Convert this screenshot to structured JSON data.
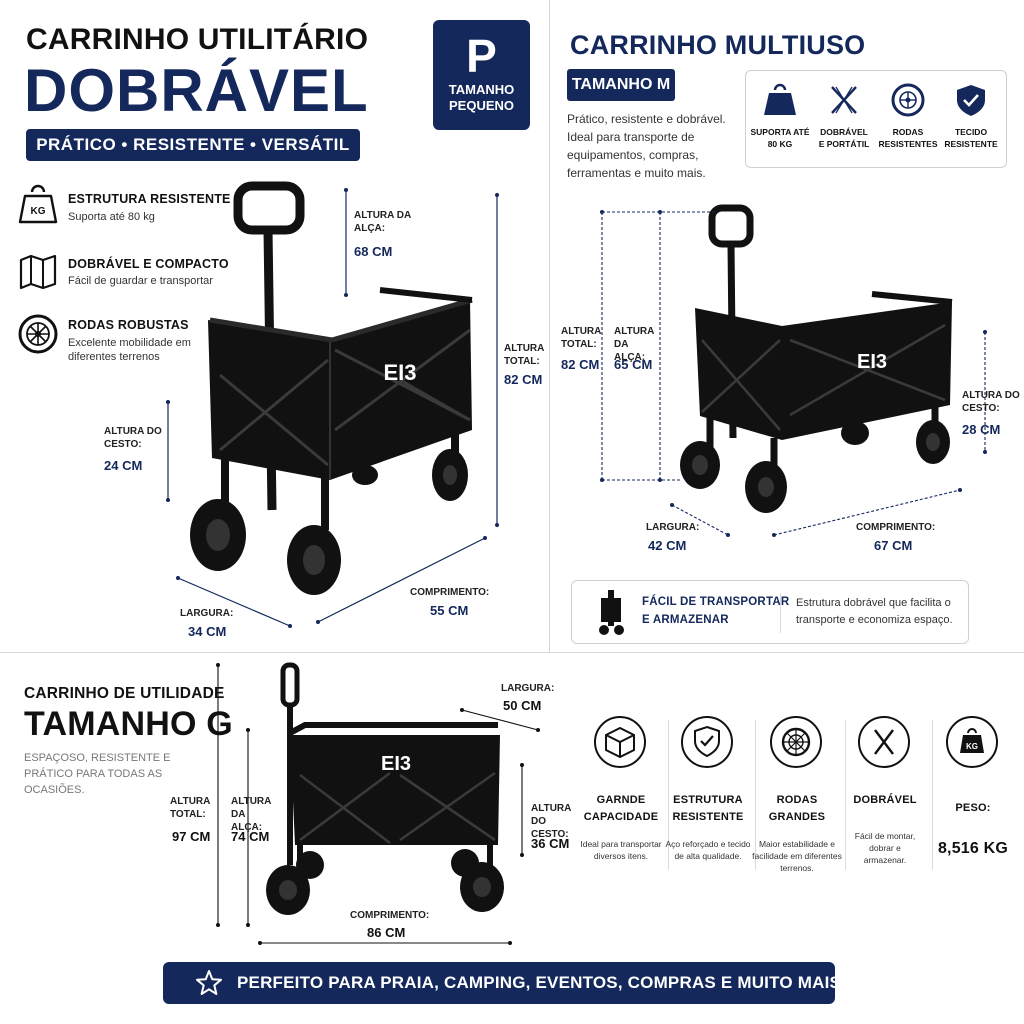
{
  "left": {
    "title_line1": "CARRINHO UTILITÁRIO",
    "title_line2": "DOBRÁVEL",
    "tagline": "PRÁTICO • RESISTENTE • VERSÁTIL",
    "features": [
      {
        "icon": "weight-kg-icon",
        "icon_text": "KG",
        "title": "ESTRUTURA RESISTENTE",
        "desc": "Suporta até 80 kg"
      },
      {
        "icon": "folded-map-icon",
        "title": "DOBRÁVEL E COMPACTO",
        "desc": "Fácil de guardar e transportar"
      },
      {
        "icon": "wheel-icon",
        "title": "RODAS ROBUSTAS",
        "desc": "Excelente mobilidade em diferentes terrenos"
      }
    ],
    "dims": {
      "handle_label": "ALTURA DA ALÇA:",
      "handle_value": "68 CM",
      "total_label": "ALTURA TOTAL:",
      "total_value": "82 CM",
      "basket_label": "ALTURA DO CESTO:",
      "basket_value": "24 CM",
      "width_label": "LARGURA:",
      "width_value": "34 CM",
      "length_label": "COMPRIMENTO:",
      "length_value": "55 CM"
    }
  },
  "badge": {
    "letter": "P",
    "line1": "TAMANHO",
    "line2": "PEQUENO"
  },
  "right": {
    "title": "CARRINHO MULTIUSO",
    "size_pill": "TAMANHO M",
    "description": "Prático, resistente e dobrável. Ideal para transporte de equipamentos, compras, ferramentas e muito mais.",
    "features": [
      {
        "icon": "weight-icon",
        "label_line1": "SUPORTA ATÉ",
        "label_line2": "80 KG"
      },
      {
        "icon": "fold-x-icon",
        "label_line1": "DOBRÁVEL",
        "label_line2": "E PORTÁTIL"
      },
      {
        "icon": "wheel-icon",
        "label_line1": "RODAS",
        "label_line2": "RESISTENTES"
      },
      {
        "icon": "shield-check-icon",
        "label_line1": "TECIDO",
        "label_line2": "RESISTENTE"
      }
    ],
    "dims": {
      "total_label": "ALTURA TOTAL:",
      "total_value": "82 CM",
      "handle_label": "ALTURA DA ALÇA:",
      "handle_value": "65 CM",
      "basket_label": "ALTURA DO CESTO:",
      "basket_value": "28 CM",
      "width_label": "LARGURA:",
      "width_value": "42 CM",
      "length_label": "COMPRIMENTO:",
      "length_value": "67 CM"
    },
    "info": {
      "title_line1": "FÁCIL DE TRANSPORTAR",
      "title_line2": "E ARMAZENAR",
      "desc": "Estrutura dobrável que facilita o transporte e economiza espaço."
    }
  },
  "bottom": {
    "title_line1": "CARRINHO DE UTILIDADE",
    "title_line2": "TAMANHO G",
    "subtitle": "ESPAÇOSO, RESISTENTE E PRÁTICO PARA TODAS AS OCASIÕES.",
    "dims": {
      "total_label": "ALTURA TOTAL:",
      "total_value": "97 CM",
      "handle_label": "ALTURA DA ALÇA:",
      "handle_value": "74 CM",
      "basket_label": "ALTURA DO CESTO:",
      "basket_value": "36 CM",
      "width_label": "LARGURA:",
      "width_value": "50 CM",
      "length_label": "COMPRIMENTO:",
      "length_value": "86 CM"
    },
    "features": [
      {
        "icon": "box-icon",
        "title_line1": "GARNDE",
        "title_line2": "CAPACIDADE",
        "desc": "Ideal para transportar diversos itens."
      },
      {
        "icon": "shield-check-icon",
        "title_line1": "ESTRUTURA",
        "title_line2": "RESISTENTE",
        "desc": "Aço reforçado e tecido de alta qualidade."
      },
      {
        "icon": "wheel-icon",
        "title_line1": "RODAS",
        "title_line2": "GRANDES",
        "desc": "Maior estabilidade e facilidade em diferentes terrenos."
      },
      {
        "icon": "fold-x-icon",
        "title_line1": "DOBRÁVEL",
        "title_line2": "",
        "desc": "Fácil de montar, dobrar e armazenar."
      },
      {
        "icon": "weight-kg-icon",
        "icon_text": "KG",
        "title_line1": "PESO:",
        "title_line2": "",
        "value": "8,516 KG"
      }
    ],
    "banner": "PERFEITO PARA PRAIA, CAMPING, EVENTOS, COMPRAS E MUITO MAIS!"
  },
  "logo": "EI3",
  "colors": {
    "navy": "#14285c",
    "black": "#111111"
  }
}
